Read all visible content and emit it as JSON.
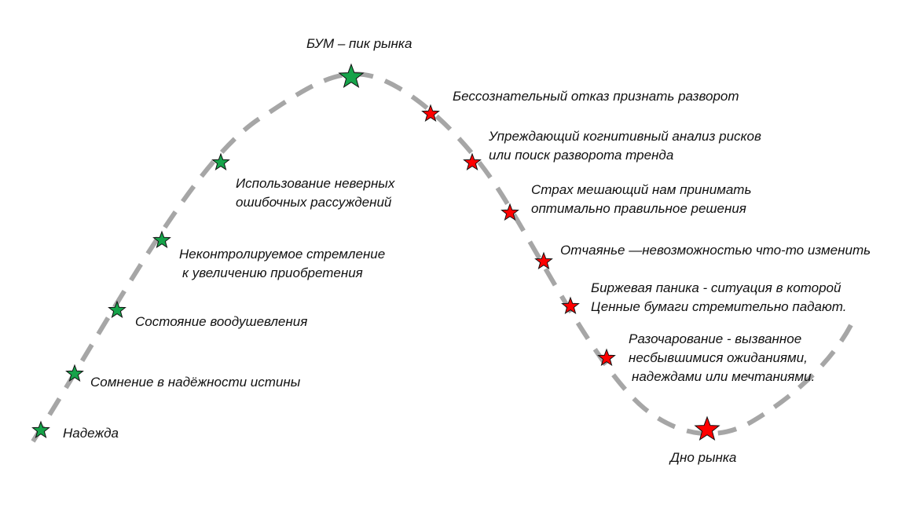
{
  "colors": {
    "curve": "#a6a6a6",
    "rise_star": "#16a34a",
    "fall_star": "#ff0000",
    "star_outline": "#111111",
    "text": "#111111"
  },
  "labels": {
    "hope": "Надежда",
    "doubt": "Сомнение в надёжности истины",
    "enthusiasm": "Состояние воодушевления",
    "greed_1": "Неконтролируемое стремление",
    "greed_2": "к увеличению приобретения",
    "wrong_1": "Использование неверных",
    "wrong_2": "ошибочных рассуждений",
    "peak": "БУМ – пик рынка",
    "denial": "Бессознательный отказ признать разворот",
    "analysis_1": "Упреждающий когнитивный анализ рисков",
    "analysis_2": "или поиск разворота тренда",
    "fear_1": "Страх мешающий нам принимать",
    "fear_2": "оптимально правильное решения",
    "despair": "Отчаянье —невозможностью что-то изменить",
    "panic_1": "Биржевая паника - ситуация в которой",
    "panic_2": "Ценные бумаги стремительно падают.",
    "disappointment_1": "Разочарование - вызванное",
    "disappointment_2": "несбывшимися ожиданиями,",
    "disappointment_3": "надеждами или мечтаниями.",
    "bottom": "Дно рынка"
  }
}
